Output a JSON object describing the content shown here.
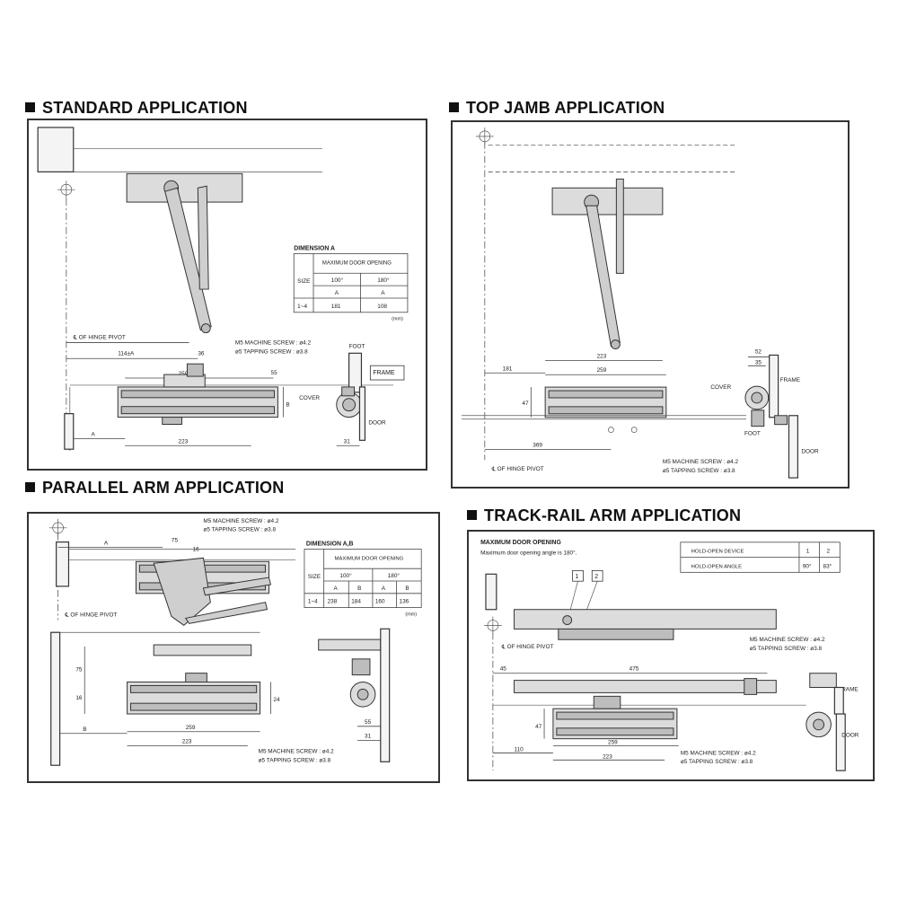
{
  "sections": {
    "standard": {
      "title": "STANDARD APPLICATION",
      "table_heading": "DIMENSION A",
      "table": {
        "size_label": "SIZE",
        "group_label": "MAXIMUM DOOR OPENING",
        "col1": "100°",
        "col2": "180°",
        "sub1": "A",
        "sub2": "A",
        "row_label": "1~4",
        "val1": "181",
        "val2": "108",
        "unit": "(mm)"
      },
      "labels": {
        "hinge_pivot": "℄ OF HINGE PIVOT",
        "machine_screw": "M5 MACHINE SCREW : ø4.2",
        "tapping_screw": "ø5 TAPPING SCREW : ø3.8",
        "foot": "FOOT",
        "frame": "FRAME",
        "cover": "COVER",
        "door": "DOOR"
      },
      "dims": {
        "d114": "114±A",
        "d36": "36",
        "d259": "259",
        "d223": "223",
        "dA": "A",
        "dB": "B",
        "d55": "55",
        "d31": "31"
      }
    },
    "top_jamb": {
      "title": "TOP JAMB APPLICATION",
      "labels": {
        "cover": "COVER",
        "frame": "FRAME",
        "foot": "FOOT",
        "door": "DOOR",
        "hinge_pivot": "℄ OF HINGE PIVOT",
        "machine_screw": "M5 MACHINE SCREW : ø4.2",
        "tapping_screw": "ø5 TAPPING SCREW : ø3.8"
      },
      "dims": {
        "d223": "223",
        "d259": "259",
        "d181": "181",
        "d47": "47",
        "d369": "369",
        "d52": "52",
        "d35": "35"
      }
    },
    "parallel_arm": {
      "title": "PARALLEL ARM APPLICATION",
      "table_heading": "DIMENSION A,B",
      "table": {
        "size_label": "SIZE",
        "group_label": "MAXIMUM DOOR OPENING",
        "col1": "100°",
        "col2": "180°",
        "subA1": "A",
        "subB1": "B",
        "subA2": "A",
        "subB2": "B",
        "row_label": "1~4",
        "v1": "238",
        "v2": "184",
        "v3": "160",
        "v4": "136",
        "unit": "(mm)"
      },
      "labels": {
        "machine_screw": "M5 MACHINE SCREW : ø4.2",
        "tapping_screw": "ø5 TAPPING SCREW : ø3.8",
        "machine_screw_2": "M5 MACHINE SCREW : ø4.2",
        "tapping_screw_2": "ø5 TAPPING SCREW : ø3.8",
        "hinge_pivot": "℄ OF HINGE PIVOT"
      },
      "dims": {
        "dA": "A",
        "dB": "B",
        "d75": "75",
        "d16": "16",
        "d259": "259",
        "d223": "223",
        "d55": "55",
        "d31": "31",
        "d24": "24"
      }
    },
    "track_rail": {
      "title": "TRACK-RAIL ARM APPLICATION",
      "max_heading": "MAXIMUM DOOR OPENING",
      "max_note": "Maximum door opening angle is 180°.",
      "hold_table": {
        "row1_label": "HOLD-OPEN DEVICE",
        "row1_v1": "1",
        "row1_v2": "2",
        "row2_label": "HOLD-OPEN ANGLE",
        "row2_v1": "90°",
        "row2_v2": "83°"
      },
      "markers": {
        "m1": "1",
        "m2": "2"
      },
      "labels": {
        "hinge_pivot": "℄ OF HINGE PIVOT",
        "machine_screw": "M5 MACHINE SCREW : ø4.2",
        "tapping_screw": "ø5 TAPPING SCREW : ø3.8",
        "machine_screw_2": "M5 MACHINE SCREW : ø4.2",
        "tapping_screw_2": "ø5 TAPPING SCREW : ø3.8",
        "frame": "FRAME",
        "door": "DOOR"
      },
      "dims": {
        "d45": "45",
        "d475": "475",
        "d259": "259",
        "d223": "223",
        "d110": "110",
        "d47": "47"
      }
    }
  }
}
